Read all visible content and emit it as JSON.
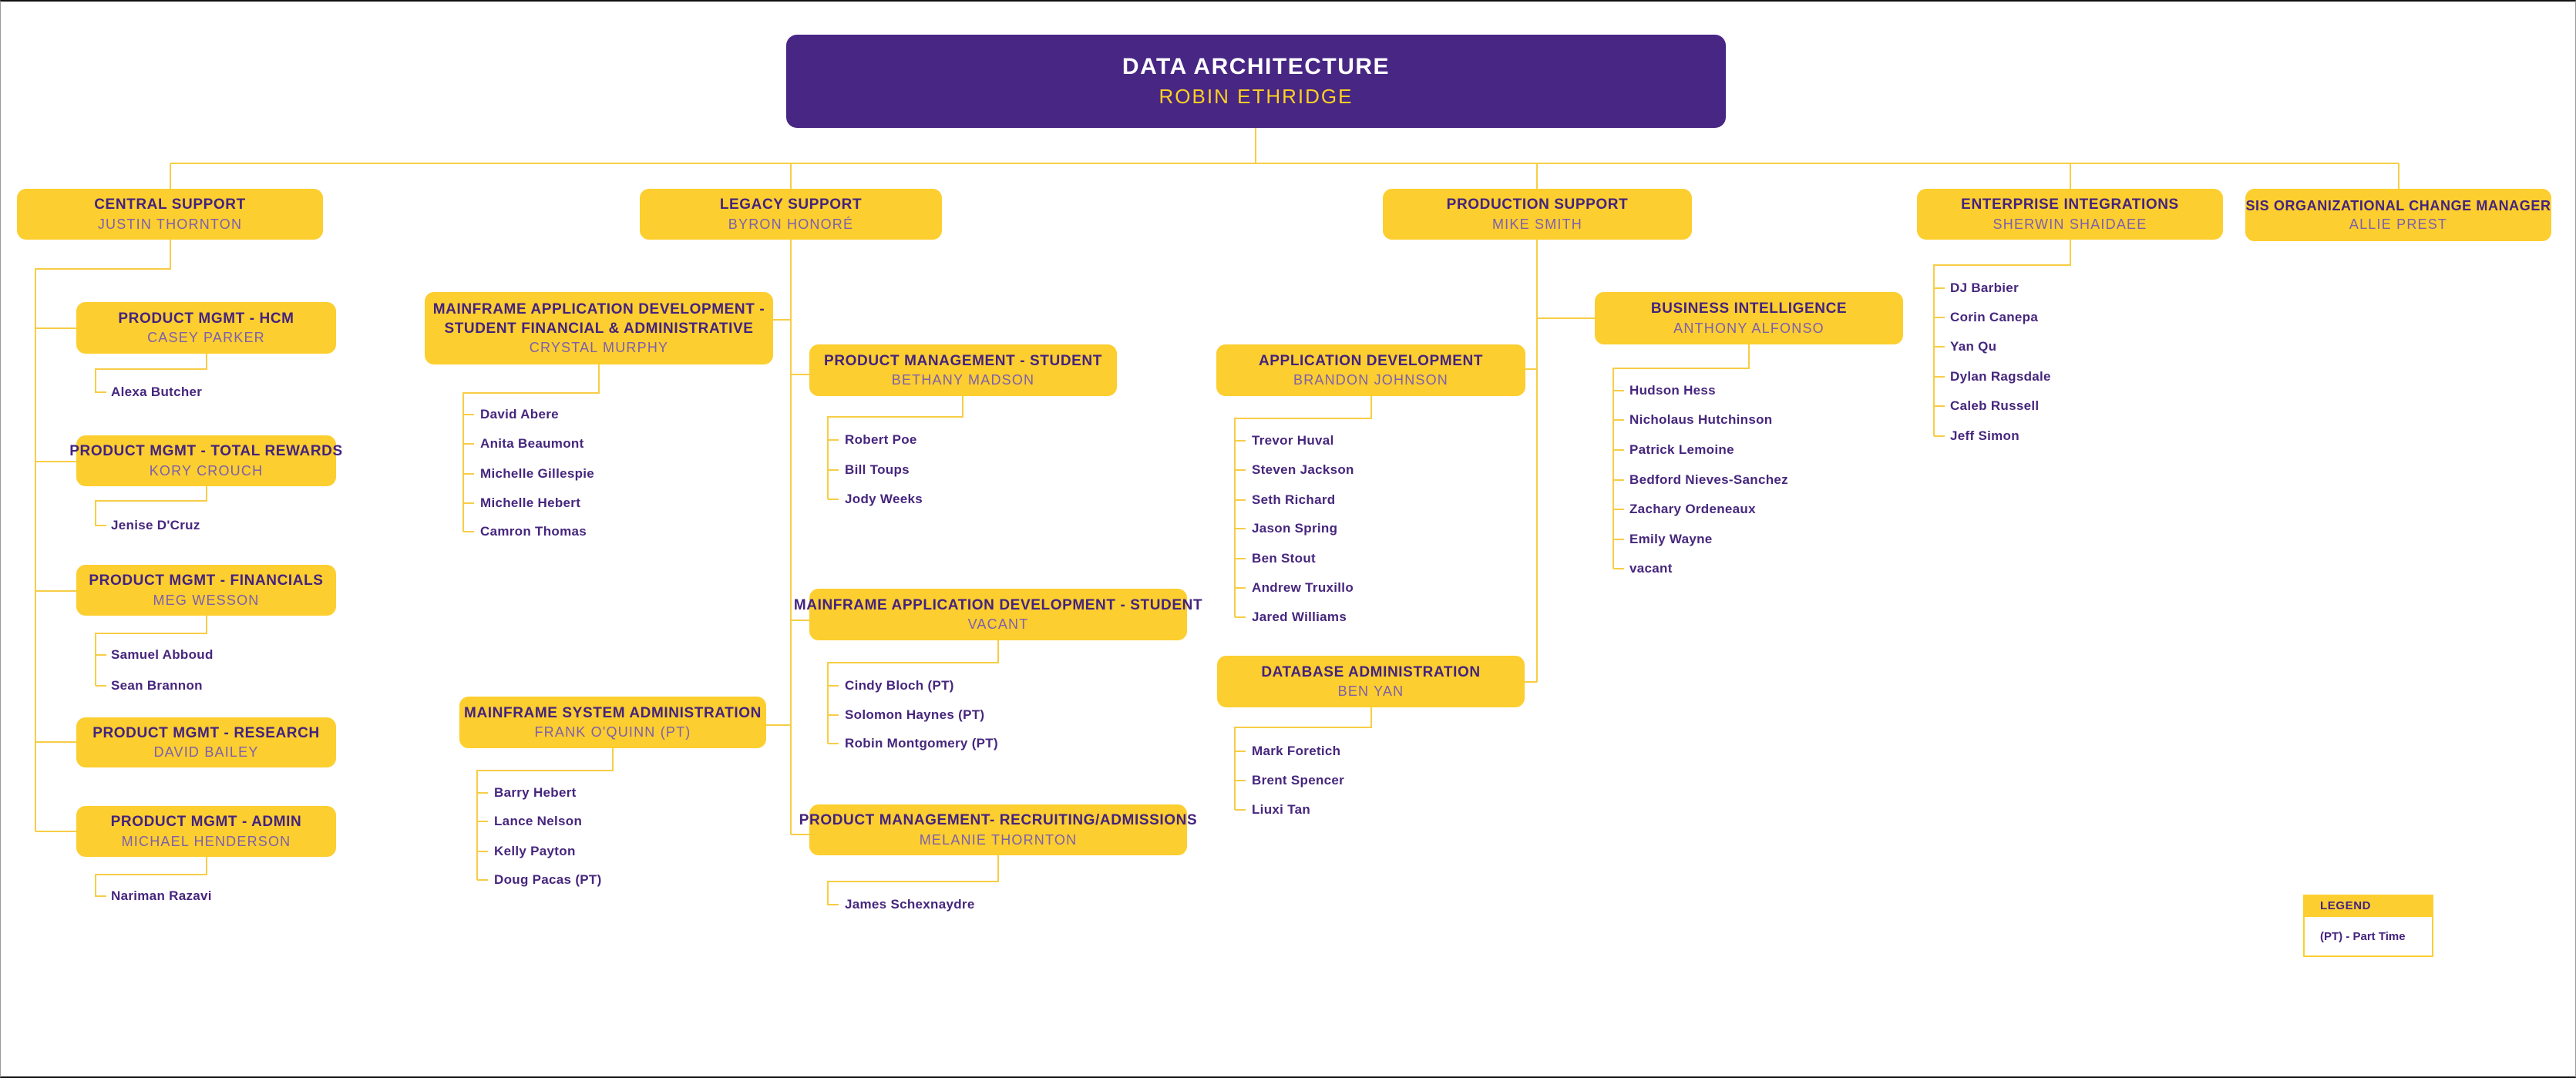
{
  "colors": {
    "purple": "#472684",
    "gold": "#FCCE2F",
    "line_gold": "#F7CD46",
    "title_text": "#44237E",
    "person_text": "#7C5FAE",
    "header_person_text": "#FDD023"
  },
  "org": {
    "root": {
      "title": "DATA ARCHITECTURE",
      "person": "ROBIN ETHRIDGE"
    },
    "columns": [
      {
        "title": "CENTRAL SUPPORT",
        "person": "JUSTIN THORNTON",
        "children": [
          {
            "title": "PRODUCT MGMT - HCM",
            "person": "CASEY PARKER",
            "members": [
              "Alexa Butcher"
            ]
          },
          {
            "title": "PRODUCT MGMT - TOTAL REWARDS",
            "person": "KORY CROUCH",
            "members": [
              "Jenise D'Cruz"
            ]
          },
          {
            "title": "PRODUCT MGMT - FINANCIALS",
            "person": "MEG WESSON",
            "members": [
              "Samuel Abboud",
              "Sean Brannon"
            ]
          },
          {
            "title": "PRODUCT MGMT - RESEARCH",
            "person": "DAVID BAILEY",
            "members": []
          },
          {
            "title": "PRODUCT MGMT - ADMIN",
            "person": "MICHAEL HENDERSON",
            "members": [
              "Nariman Razavi"
            ]
          }
        ]
      },
      {
        "title": "LEGACY SUPPORT",
        "person": "BYRON HONORÉ",
        "children": [
          {
            "title": "MAINFRAME APPLICATION  DEVELOPMENT - STUDENT FINANCIAL & ADMINISTRATIVE",
            "person": "CRYSTAL MURPHY",
            "members": [
              "David Abere",
              "Anita Beaumont",
              "Michelle Gillespie",
              "Michelle Hebert",
              "Camron Thomas"
            ]
          },
          {
            "title": "PRODUCT MANAGEMENT - STUDENT",
            "person": "BETHANY MADSON",
            "members": [
              "Robert Poe",
              "Bill Toups",
              "Jody Weeks"
            ]
          },
          {
            "title": "MAINFRAME APPLICATION DEVELOPMENT - STUDENT",
            "person": "VACANT",
            "members": [
              "Cindy Bloch (PT)",
              "Solomon Haynes (PT)",
              "Robin Montgomery (PT)"
            ]
          },
          {
            "title": "MAINFRAME SYSTEM ADMINISTRATION",
            "person": "FRANK O'QUINN (PT)",
            "members": [
              "Barry Hebert",
              "Lance Nelson",
              "Kelly Payton",
              "Doug Pacas (PT)"
            ]
          },
          {
            "title": "PRODUCT MANAGEMENT- RECRUITING/ADMISSIONS",
            "person": "MELANIE THORNTON",
            "members": [
              "James Schexnaydre"
            ]
          }
        ]
      },
      {
        "title": "PRODUCTION SUPPORT",
        "person": "MIKE SMITH",
        "children": [
          {
            "title": "APPLICATION DEVELOPMENT",
            "person": "BRANDON JOHNSON",
            "members": [
              "Trevor Huval",
              "Steven Jackson",
              "Seth Richard",
              "Jason Spring",
              "Ben Stout",
              "Andrew Truxillo",
              "Jared Williams"
            ]
          },
          {
            "title": "BUSINESS INTELLIGENCE",
            "person": "ANTHONY ALFONSO",
            "members": [
              "Hudson Hess",
              "Nicholaus Hutchinson",
              "Patrick Lemoine",
              "Bedford Nieves-Sanchez",
              "Zachary Ordeneaux",
              "Emily Wayne",
              "vacant"
            ]
          },
          {
            "title": "DATABASE ADMINISTRATION",
            "person": "BEN YAN",
            "members": [
              "Mark Foretich",
              "Brent Spencer",
              "Liuxi Tan"
            ]
          }
        ]
      },
      {
        "title": "ENTERPRISE INTEGRATIONS",
        "person": "SHERWIN SHAIDAEE",
        "children": [],
        "members": [
          "DJ Barbier",
          "Corin Canepa",
          "Yan Qu",
          "Dylan Ragsdale",
          "Caleb Russell",
          "Jeff Simon"
        ]
      },
      {
        "title": "SIS ORGANIZATIONAL CHANGE MANAGER",
        "person": "ALLIE PREST",
        "children": [],
        "members": []
      }
    ]
  },
  "legend": {
    "title": "LEGEND",
    "entries": [
      "(PT) - Part Time"
    ]
  }
}
